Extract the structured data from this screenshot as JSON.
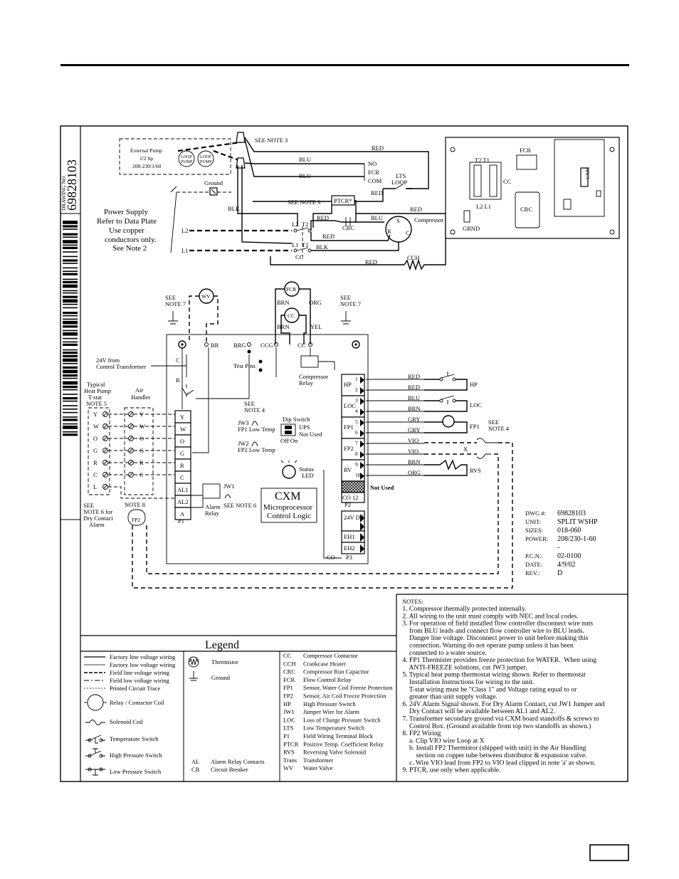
{
  "drawing": {
    "drawing_no_label": "DRAWING NO.",
    "drawing_no": "69828103"
  },
  "top": {
    "external_pump": [
      "External Pump",
      "1/2 hp",
      "208-230/1/60"
    ],
    "loop_pump": [
      "LOOP",
      "PUMP"
    ],
    "see_note_3": "SEE NOTE 3",
    "ground": "Ground",
    "blk": "BLK",
    "power_supply": [
      "Power Supply",
      "Refer to Data Plate",
      "Use copper",
      "conductors only.",
      "See Note 2"
    ],
    "l2": "L2",
    "l1": "L1",
    "see_note_9": "SEE NOTE 9",
    "ptcr": "PTCR*",
    "no": "NO",
    "fcr": "FCR",
    "com": "COM",
    "lts_loop": [
      "LTS",
      "LOOP"
    ],
    "t2": "T2",
    "t1": "T1",
    "crc": "CRC",
    "cc": "CC",
    "cch": "CCH",
    "compressor": "Compressor",
    "s": "S",
    "r": "R",
    "c": "C",
    "red": "RED",
    "blu": "BLU"
  },
  "panel": {
    "t2t1": "T2  T1",
    "l2l1": "L2  L1",
    "cc": "CC",
    "fcr": "FCR",
    "crc": "CRC",
    "grnd": "GRND",
    "cxm": "CXM"
  },
  "middle": {
    "see_note_7": [
      "SEE",
      "NOTE 7"
    ],
    "wv": "WV",
    "fcr": "FCR",
    "cc": "CC",
    "brn": "BRN",
    "org": "ORG",
    "yel": "YEL",
    "v24_from": [
      "24V from",
      "Control Transformer"
    ],
    "br": "BR",
    "brg": "BRG",
    "ccg": "CCG",
    "ccr": "CC",
    "test_pins": "Test Pins",
    "compressor_relay": [
      "Compressor",
      "Relay"
    ],
    "c": "C",
    "r": "R",
    "y": "Y",
    "thermostat_hdr": [
      "Typical",
      "Heat Pump",
      "T-stat",
      "NOTE 5"
    ],
    "air_handler_hdr": [
      "Air",
      "Handler"
    ],
    "terms": [
      "Y",
      "W",
      "O",
      "G",
      "R",
      "C",
      "L"
    ],
    "ah_terms": [
      "Y",
      "W",
      "O",
      "G",
      "R",
      "C"
    ],
    "p1_terms": [
      "Y",
      "W",
      "O",
      "G",
      "R",
      "C",
      "AL1",
      "AL2",
      "A"
    ],
    "p1": "P1",
    "see_note_6_dry": [
      "SEE",
      "NOTE 6 for",
      "Dry Contact",
      "Alarm"
    ],
    "note_8": "NOTE 8",
    "fp2_sensor": "FP2",
    "see_note_4": [
      "SEE",
      "NOTE 4"
    ],
    "jw3": [
      "JW3",
      "FP1 Low Temp"
    ],
    "jw2": [
      "JW2",
      "FP2 Low Temp"
    ],
    "dip_switch": "Dip Switch",
    "ups": "UPS",
    "not_used_dip": "Not Used",
    "off_on": "Off  On",
    "status_led": [
      "Status",
      "LED"
    ],
    "jw1": "JW1",
    "see_note_6": "SEE NOTE 6",
    "alarm_relay": [
      "Alarm",
      "Relay"
    ],
    "cxm_title": "CXM",
    "cxm_sub": [
      "Microprocessor",
      "Control Logic"
    ],
    "block_labels": [
      "HP",
      "LOC",
      "FP1",
      "FP2",
      "RV"
    ],
    "block_nums": [
      "1",
      "2",
      "3",
      "4",
      "5",
      "6",
      "7",
      "8",
      "9",
      "10"
    ],
    "co12": "CO 12",
    "p2": "P2",
    "not_used": "Not Used",
    "p3_labels": [
      "24V DC",
      "EH1",
      "EH2"
    ],
    "p3": "P3",
    "co": "CO",
    "wires": [
      "RED",
      "RED",
      "BLU",
      "BRN",
      "GRY",
      "GRY",
      "VIO",
      "VIO",
      "BRN",
      "ORG"
    ],
    "hp": "HP",
    "loc": "LOC",
    "fp1": "FP1",
    "see_note_4b": [
      "SEE",
      "NOTE 4"
    ],
    "x": "X",
    "rvs": "RVS"
  },
  "info": {
    "rows": [
      {
        "k": "DWG #:",
        "v": "69828103"
      },
      {
        "k": "UNIT:",
        "v": "SPLIT WSHP"
      },
      {
        "k": "SIZES:",
        "v": "018-060"
      },
      {
        "k": "POWER:",
        "v": "208/230-1-60"
      },
      {
        "k": "",
        "v": "-"
      },
      {
        "k": "P.C.N.:",
        "v": "02-0100"
      },
      {
        "k": "DATE:",
        "v": "4/9/02"
      },
      {
        "k": "REV.:",
        "v": "D"
      }
    ]
  },
  "legend": {
    "title": "Legend",
    "line_types": [
      "Factory line voltage wiring",
      "Factory low voltage wiring",
      "Field line voltage wiring",
      "Field low voltage wiring",
      "Printed Circuit Trace"
    ],
    "symbols": [
      "Thermistor",
      "Ground",
      "Relay / Contactor Coil",
      "Solenoid Coil",
      "Temperature Switch",
      "High Pressure Switch",
      "Low Pressure Switch"
    ],
    "al": {
      "k": "AL",
      "v": "Alarm Relay Contacts"
    },
    "cb": {
      "k": "CB",
      "v": "Circuit Breaker"
    },
    "abbrev": [
      {
        "k": "CC",
        "v": "Compressor Contactor"
      },
      {
        "k": "CCH",
        "v": "Crankcase Heater"
      },
      {
        "k": "CRC",
        "v": "Compressor Run Capacitor"
      },
      {
        "k": "FCR",
        "v": "Flow Control Relay"
      },
      {
        "k": "FP1",
        "v": "Sensor, Water Coil Freeze Protection"
      },
      {
        "k": "FP2",
        "v": "Sensor, Air Coil Freeze Protection"
      },
      {
        "k": "HP",
        "v": "High Pressure Switch"
      },
      {
        "k": "JW1",
        "v": "Jumper Wire for Alarm"
      },
      {
        "k": "LOC",
        "v": "Loss of Charge Pressure Switch"
      },
      {
        "k": "LTS",
        "v": "Low Temperature Switch"
      },
      {
        "k": "P1",
        "v": "Field Wiring Terminal Block"
      },
      {
        "k": "PTCR",
        "v": "Positive Temp. Coefficient Relay"
      },
      {
        "k": "RVS",
        "v": "Reversing Valve Solenoid"
      },
      {
        "k": "Trans",
        "v": "Transformer"
      },
      {
        "k": "WV",
        "v": "Water Valve"
      }
    ]
  },
  "notes": {
    "title": "NOTES:",
    "lines": [
      " 1. Compressor thermally protected internally.",
      " 2. All wiring to the unit must comply with NEC and local codes.",
      " 3. For operation of field installed flow controller disconnect wire nuts",
      "     from BLU leads and connect flow controller wire to BLU leads.",
      "     Danger line voltage. Disconnect power to unit before making this",
      "     connection. Warning do not operate pump unless it has been",
      "     connected to a water source.",
      " 4. FP1 Thermister provides freeze protection for WATER.  When using",
      "     ANTI-FREEZE solutions, cut JW3 jumper.",
      " 5. Typical heat pump thermostat wiring shown. Refer to thermostat",
      "     Installation Instructions for wiring to the unit.",
      "     T-stat wiring must be \"Class 1\" and Voltage rating equal to or",
      "     greater than unit supply voltage.",
      " 6. 24V Alarm Signal shown. For Dry Alarm Contact, cut JW1 Jumper and",
      "     Dry Contact will be available between AL1 and AL2.",
      " 7. Transformer secondary ground via CXM board standoffs & screws to",
      "     Control Box. (Ground available from top two standoffs as shown.)",
      " 8. FP2 Wiring",
      "     a. Clip VIO wire Loop at X",
      "     b. Install FP2 Thermistor (shipped with unit) in the Air Handling",
      "         section on copper tube between distributor & expansion valve.",
      "     c. Wire VIO lead from FP2 to VIO lead clipped in note 'a' as shown.",
      " 9. PTCR, use only when applicable."
    ]
  }
}
